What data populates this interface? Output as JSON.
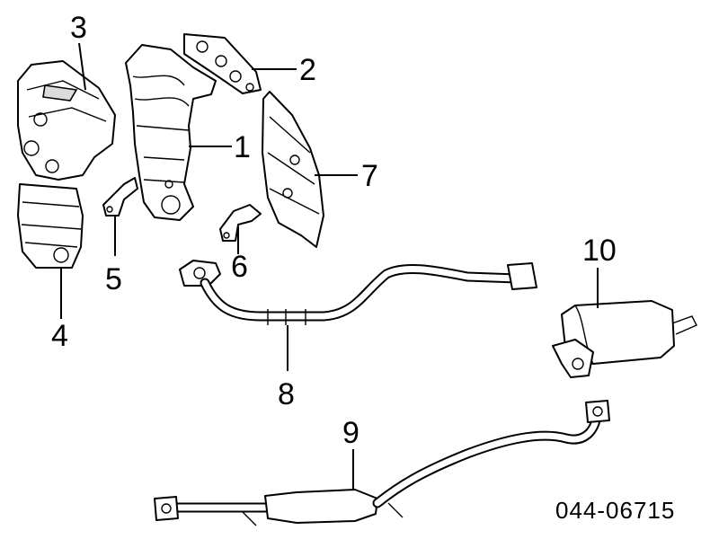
{
  "diagram": {
    "callouts": {
      "c1": "1",
      "c2": "2",
      "c3": "3",
      "c4": "4",
      "c5": "5",
      "c6": "6",
      "c7": "7",
      "c8": "8",
      "c9": "9",
      "c10": "10"
    },
    "drawing_code": "044-06715"
  }
}
